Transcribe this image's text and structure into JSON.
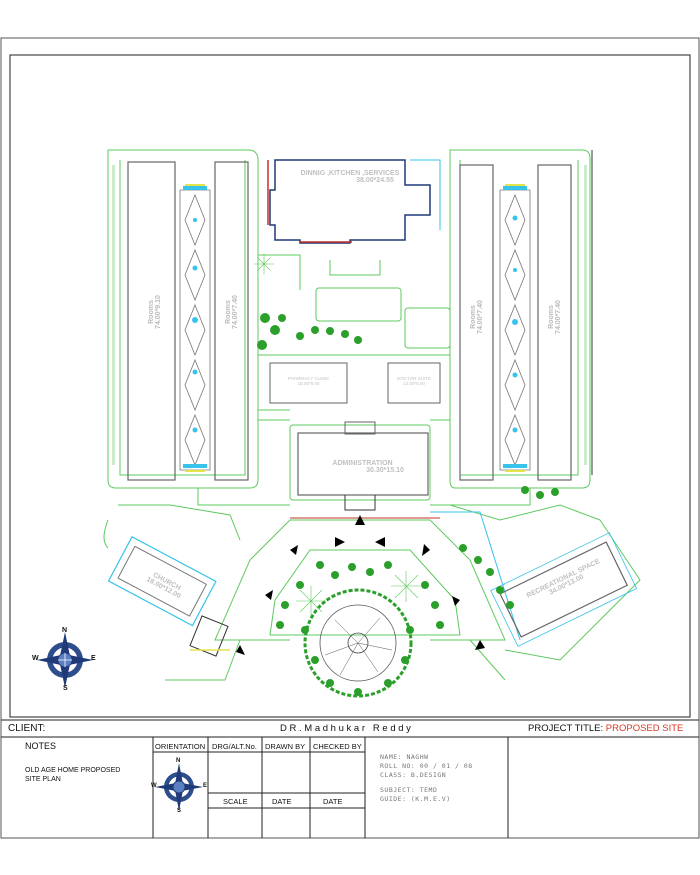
{
  "plan": {
    "buildings": {
      "dining": {
        "name": "DINNIG ,KITCHEN ,SERVICES",
        "size": "38.00*24.55"
      },
      "rooms_1": {
        "name": "Rooms",
        "size": "74.00*9.10"
      },
      "rooms_2": {
        "name": "Rooms",
        "size": "74.00*7.40"
      },
      "rooms_3": {
        "name": "Rooms",
        "size": "74.00*7.40"
      },
      "rooms_4": {
        "name": "Rooms",
        "size": "74.00*7.40"
      },
      "pharmacy": {
        "name": "PHARMACY CLINIC",
        "size": "18.00*9.00"
      },
      "doctor": {
        "name": "DOCTOR SUITE",
        "size": "12.00*9.00"
      },
      "administration": {
        "name": "ADMINISTRATION",
        "size": "30.30*15.10"
      },
      "church": {
        "name": "CHURCH",
        "size": "18.00*12.00"
      },
      "recreational": {
        "name": "RECREATIONAL SPACE",
        "size": "34.00*13.00"
      }
    },
    "compass_letters": {
      "n": "N",
      "s": "S",
      "e": "E",
      "w": "W"
    }
  },
  "title_block": {
    "client_label": "CLIENT:",
    "client_name": "D R . M a d h u k a r   R e d d y",
    "project_title_label": "PROJECT TITLE:",
    "project_title_value": "PROPOSED SITE",
    "notes_label": "NOTES",
    "notes_text_line1": "OLD AGE HOME PROPOSED",
    "notes_text_line2": "SITE PLAN",
    "orientation_label": "ORIENTATION",
    "drg_alt_label": "DRG/ALT.No.",
    "drawn_by_label": "DRAWN BY",
    "checked_by_label": "CHECKED BY",
    "scale_label": "SCALE",
    "date_label_1": "DATE",
    "date_label_2": "DATE",
    "student_info": [
      "NAME: NAGHW",
      "ROLL NO: 00 / 01 / 08",
      "CLASS: B.DESIGN",
      "SUBJECT: TEMD",
      "GUIDE: (K.M.E.V)"
    ]
  },
  "colors": {
    "green": "#5ec95e",
    "cyan": "#37c3ea",
    "navy": "#1f3a78",
    "red": "#c0332a",
    "gray": "#888888",
    "tree": "#2aa02a"
  }
}
